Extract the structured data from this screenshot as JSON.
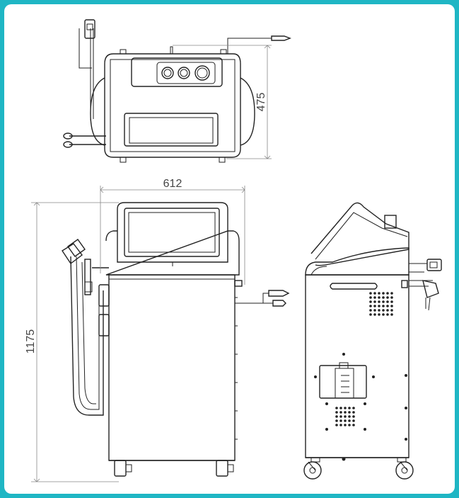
{
  "colors": {
    "frame": "#1fb6c4",
    "background": "#ffffff",
    "line": "#222222",
    "dimension": "#888888"
  },
  "dimensions": {
    "depth": "475",
    "width": "612",
    "height": "1175"
  }
}
